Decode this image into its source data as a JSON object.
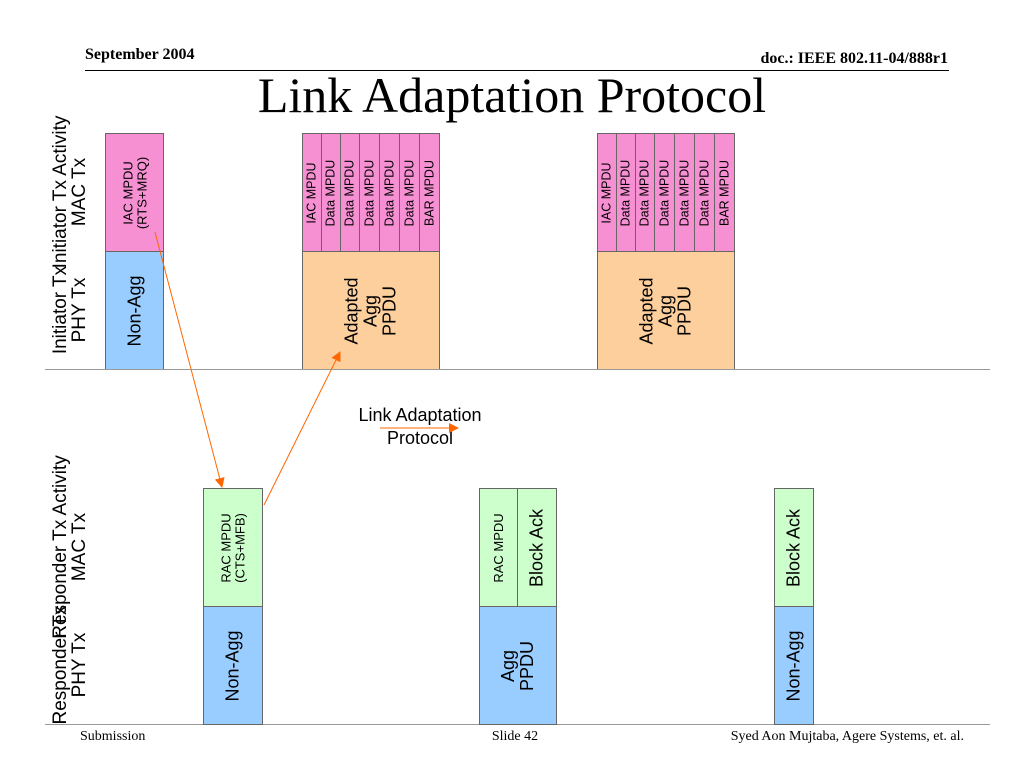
{
  "header": {
    "date": "September 2004",
    "doc_id": "doc.: IEEE 802.11-04/888r1"
  },
  "title": "Link Adaptation Protocol",
  "row_labels": {
    "initiator_mac": [
      "Initiator Tx Activity",
      "MAC Tx"
    ],
    "initiator_phy": [
      "Initiator Tx",
      "PHY Tx"
    ],
    "responder_mac": [
      "Responder Tx Activity",
      "MAC Tx"
    ],
    "responder_phy": [
      "Responder Tx",
      "PHY Tx"
    ]
  },
  "initiator": {
    "frame1": {
      "mac": [
        "IAC MPDU",
        "(RTS+MRQ)"
      ],
      "phy": "Non-Agg"
    },
    "frame2": {
      "mac": [
        "IAC MPDU",
        "Data MPDU",
        "Data MPDU",
        "Data MPDU",
        "Data MPDU",
        "Data MPDU",
        "BAR MPDU"
      ],
      "phy": [
        "Adapted",
        "Agg",
        "PPDU"
      ]
    },
    "frame3": {
      "mac": [
        "IAC MPDU",
        "Data MPDU",
        "Data MPDU",
        "Data MPDU",
        "Data MPDU",
        "Data MPDU",
        "BAR MPDU"
      ],
      "phy": [
        "Adapted",
        "Agg",
        "PPDU"
      ]
    }
  },
  "responder": {
    "frame1": {
      "mac": [
        "RAC MPDU",
        "(CTS+MFB)"
      ],
      "phy": "Non-Agg"
    },
    "frame2": {
      "mac": [
        "RAC MPDU",
        "Block Ack"
      ],
      "phy": [
        "Agg",
        "PPDU"
      ]
    },
    "frame3": {
      "mac": "Block Ack",
      "phy": "Non-Agg"
    }
  },
  "legend": [
    "Link Adaptation",
    "Protocol"
  ],
  "colors": {
    "mac_initiator": "#f78fd3",
    "phy_nonagg": "#99ccff",
    "phy_adapted": "#fccf9d",
    "mac_responder": "#ccffcc",
    "arrow": "#ff6600"
  },
  "footer": {
    "left": "Submission",
    "center": "Slide 42",
    "right": "Syed Aon Mujtaba, Agere Systems, et. al."
  }
}
